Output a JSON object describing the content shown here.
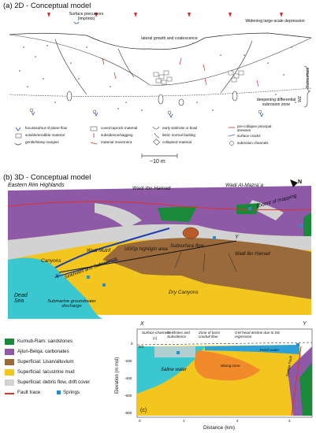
{
  "panel_a": {
    "title": "(a) 2D - Conceptual model",
    "labels": {
      "surface_precursors": "Surface precursors (imprints)",
      "widening": "Widening large-scale depression",
      "lateral_growth": "lateral growth and coalescence",
      "subsurface": "Subsurface",
      "deepening": "deepening differential subrosion zone",
      "wz": "WZ",
      "scale": "~10 m"
    },
    "legend": [
      {
        "id": "flow",
        "label": "focussed/out of plane flow"
      },
      {
        "id": "soluble",
        "label": "soluble/erodible material"
      },
      {
        "id": "margins",
        "label": "gentle/steep margins"
      },
      {
        "id": "cover",
        "label": "cover/caprock material"
      },
      {
        "id": "subsidence",
        "label": "subsidence/sagging"
      },
      {
        "id": "movement",
        "label": "material movement"
      },
      {
        "id": "early",
        "label": "early sinkhole or bowl"
      },
      {
        "id": "listric",
        "label": "listric normal faulting"
      },
      {
        "id": "collapsed",
        "label": "collapsed material"
      },
      {
        "id": "stresses",
        "label": "pre-collapse principal stresses"
      },
      {
        "id": "cracks",
        "label": "surface cracks"
      },
      {
        "id": "channels",
        "label": "subrosion channels"
      }
    ]
  },
  "panel_b": {
    "title": "(b) 3D - Conceptual model",
    "labels": {
      "eastern_rim": "Eastern Rim Highlands",
      "wadi_ibn_hamad_top": "Wadi Ibn Hamad",
      "wadi_al_mazra": "Wadi Al-Mazra`a",
      "extent": "Extent of mapping",
      "north": "N",
      "wadi_mutrif": "Wadi Mutrif",
      "uggp": "UGGp highlight area",
      "canyons": "Canyons",
      "sinkholes": "Sinkholes and Subsidence",
      "subsurface_flow": "Subsurface flow",
      "wadi_ibn_hamad": "Wadi Ibn Hamad",
      "dead_sea": "Dead Sea",
      "submarine": "Submarine groundwater discharge",
      "dry_canyons": "Dry Canyons",
      "x_label": "X",
      "y_label": "Y"
    },
    "legend": [
      {
        "label": "Kurnub-Ram: sandstones",
        "color": "#1a8a3a"
      },
      {
        "label": "Ajlun-Belqa: carbonates",
        "color": "#8e5aa8"
      },
      {
        "label": "Superficial: Lisan/alluvium",
        "color": "#9a6a3a"
      },
      {
        "label": "Superficial: lacustrine mud",
        "color": "#f2c61f"
      },
      {
        "label": "Superficial: debris flow, drift cover",
        "color": "#d2d2d2"
      },
      {
        "label": "Fault trace",
        "color": "#e0302a"
      },
      {
        "label": "Springs",
        "color": "#2a8ad0"
      }
    ]
  },
  "panel_c": {
    "label": "(c)",
    "x_label": "X",
    "y_label": "Y",
    "surface_channels": "Surface channels",
    "c_small": "(c)",
    "sinkholes": "Sinkholes and Subsidence",
    "karst": "Zone of karst conduit flow",
    "gw_head": "GW head decline due to DS regression",
    "ds": "DS",
    "fresh_water": "Fresh water",
    "saline_water": "Saline water",
    "mixing_zone": "Mixing zone",
    "fault": "Sweiga Fault",
    "yaxis": "Elevation (m msl)",
    "xaxis": "Distance (km)",
    "yticks": [
      "0",
      "-200",
      "-400",
      "-600",
      "-800"
    ],
    "xticks": [
      "0",
      "1",
      "2",
      "3"
    ]
  }
}
